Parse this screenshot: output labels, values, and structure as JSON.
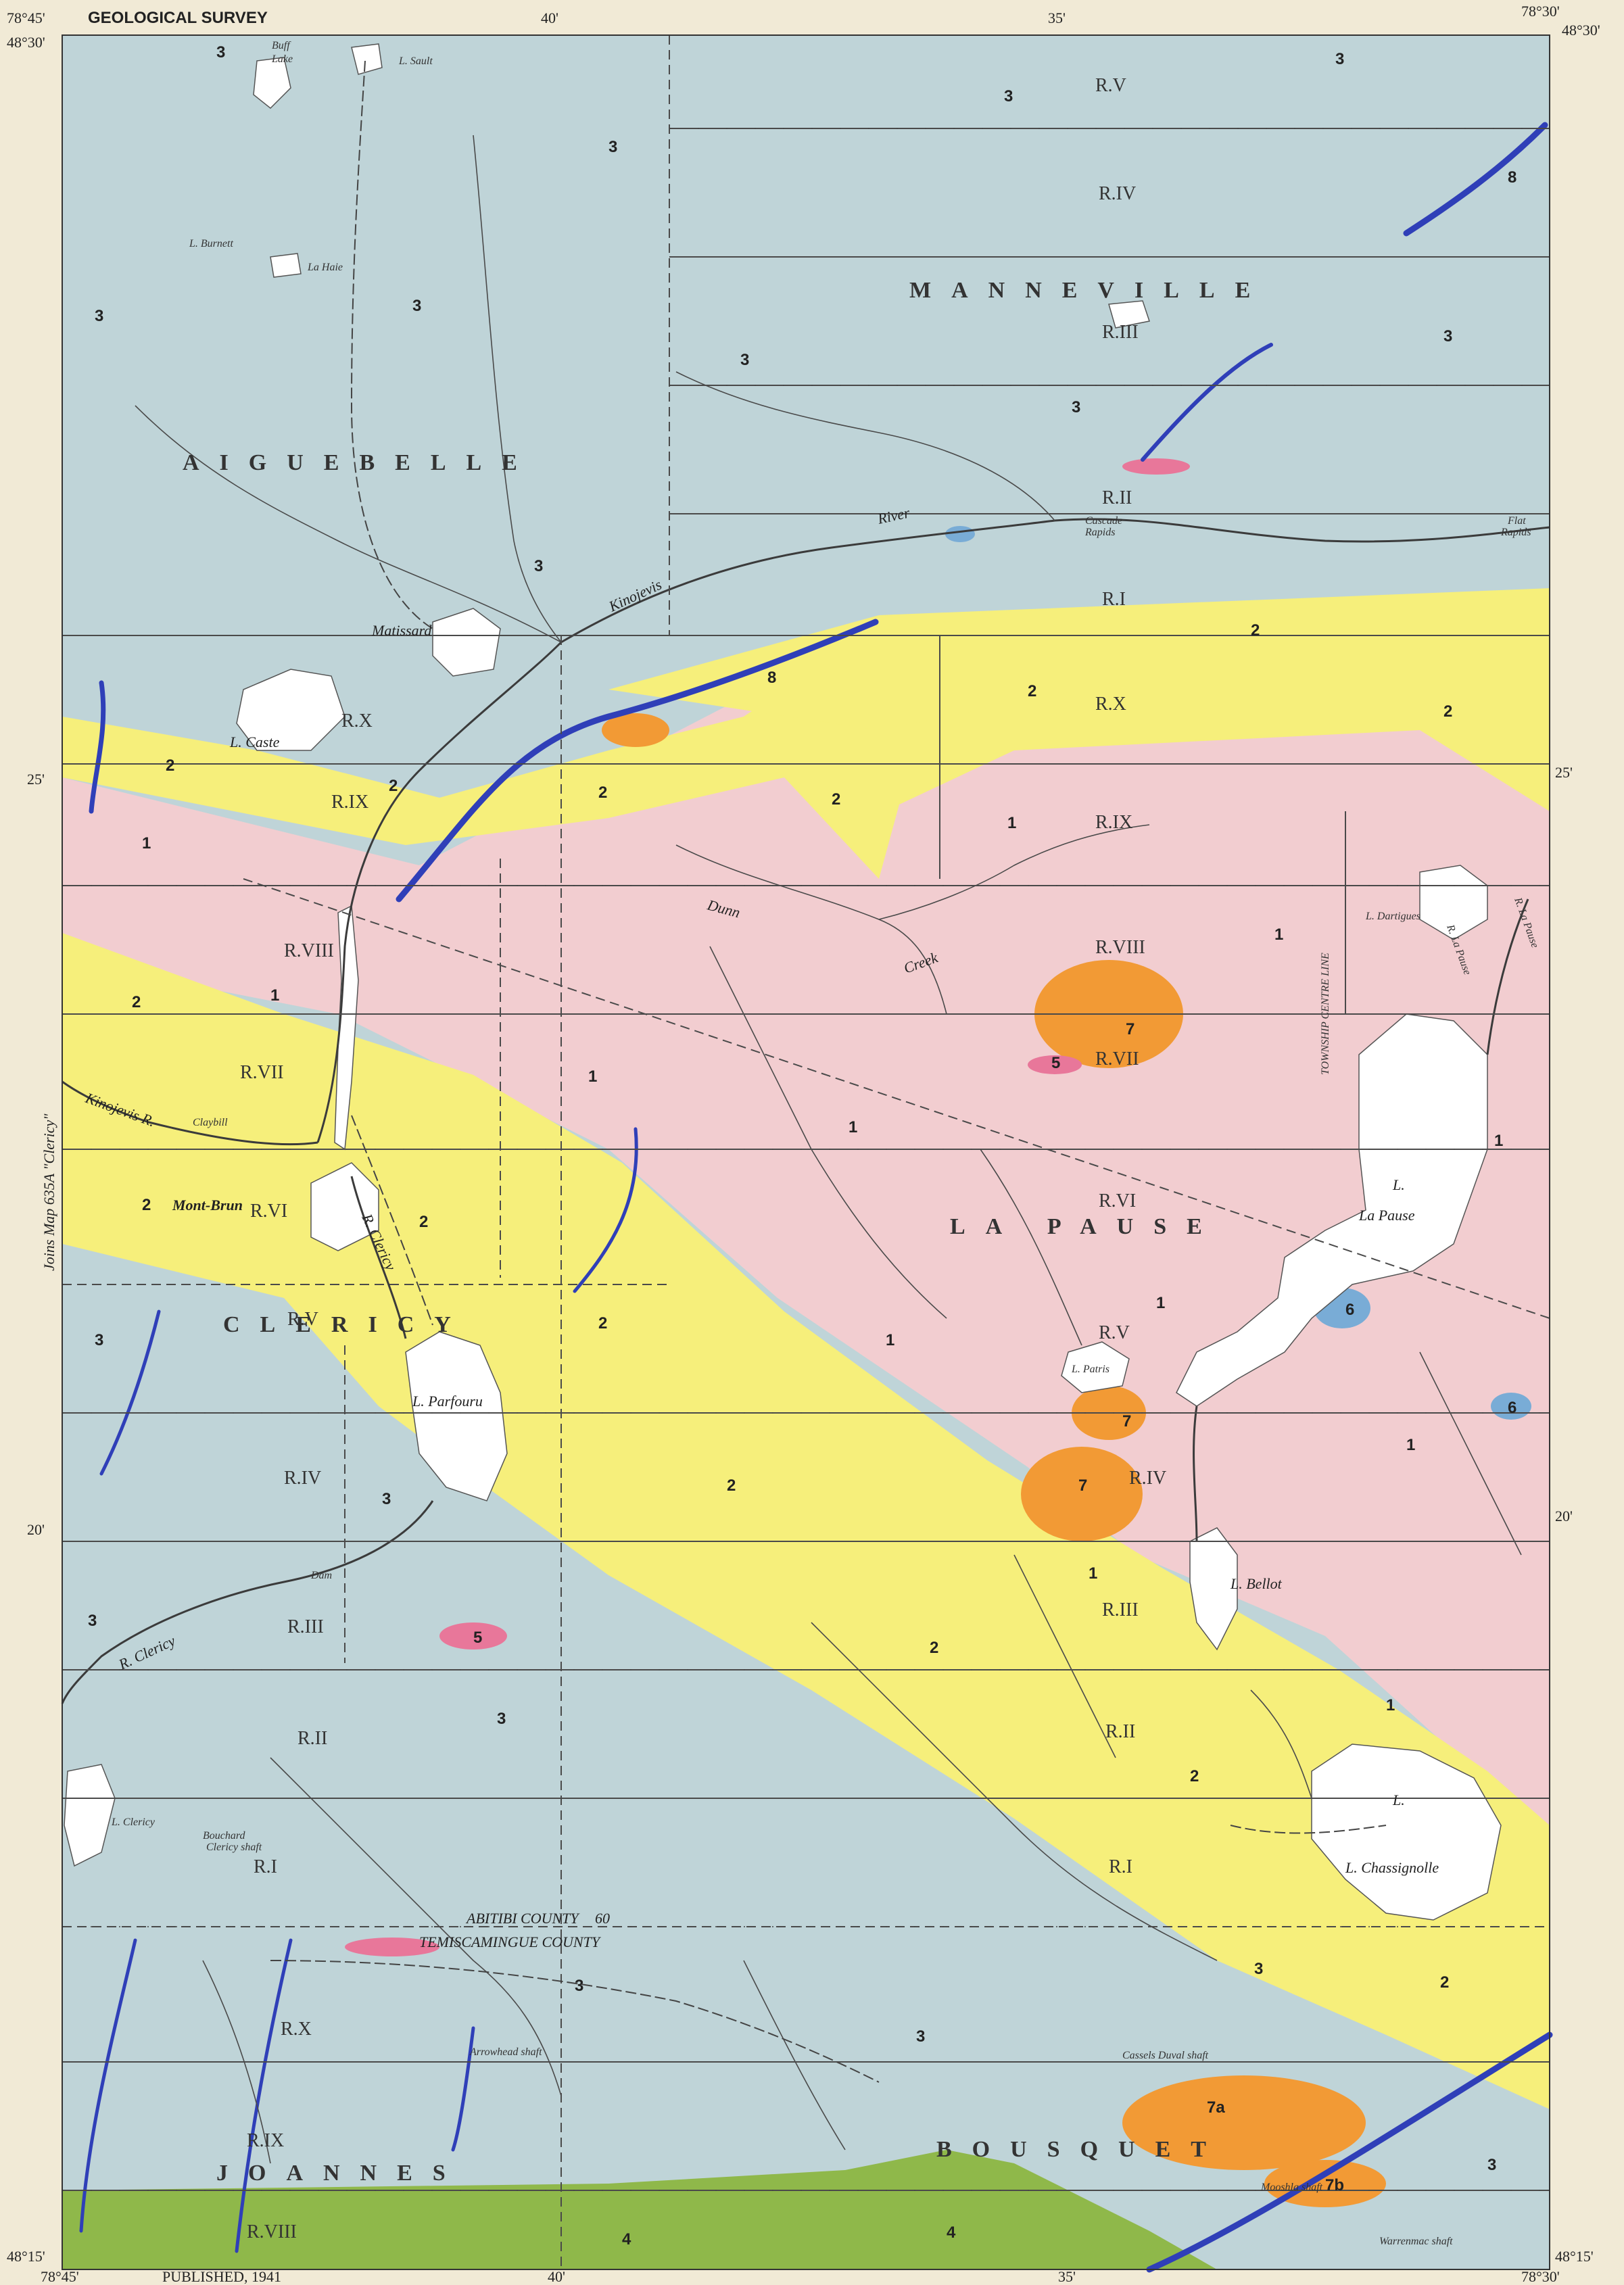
{
  "header": {
    "title": "GEOLOGICAL SURVEY"
  },
  "coords": {
    "top_left_lon": "78°45'",
    "top_left_lat": "48°30'",
    "top_lon_40": "40'",
    "top_lon_35": "35'",
    "top_right_lon": "78°30'",
    "top_right_lat": "48°30'",
    "left_25": "25'",
    "left_20": "20'",
    "right_25": "25'",
    "right_20": "20'",
    "bottom_left_lat": "48°15'",
    "bottom_left_lon": "78°45'",
    "bottom_lon_40": "40'",
    "bottom_lon_35": "35'",
    "bottom_right_lat": "48°15'",
    "bottom_right_lon": "78°30'"
  },
  "footer": {
    "published": "PUBLISHED, 1941"
  },
  "side_note": "Joins Map 635A \"Clericy\"",
  "townships": {
    "aiguebelle": "AIGUEBELLE",
    "manneville": "MANNEVILLE",
    "la_pause": "LA PAUSE",
    "clericy": "CLERICY",
    "joannes": "JOANNES",
    "bousquet": "BOUSQUET"
  },
  "county": {
    "abitibi": "ABITIBI COUNTY",
    "temiscamingue": "TEMISCAMINGUE COUNTY",
    "abitibi_num": "60"
  },
  "ranges": {
    "rv_top": "R.V",
    "riv_top": "R.IV",
    "riii_top": "R.III",
    "rii_top": "R.II",
    "ri_top": "R.I",
    "rx_left": "R.X",
    "rx_right": "R.X",
    "rix_left": "R.IX",
    "rix_right": "R.IX",
    "rviii_left": "R.VIII",
    "rviii_right": "R.VIII",
    "rvii_left": "R.VII",
    "rvii_right": "R.VII",
    "rvi_left": "R.VI",
    "rvi_right": "R.VI",
    "rv_left": "R.V",
    "rv_right": "R.V",
    "riv_left": "R.IV",
    "riv_right": "R.IV",
    "riii_left": "R.III",
    "riii_right": "R.III",
    "rii_left": "R.II",
    "rii_right": "R.II",
    "ri_left": "R.I",
    "ri_right": "R.I",
    "rx_bottom": "R.X",
    "rix_bottom": "R.IX",
    "rviii_bottom": "R.VIII"
  },
  "lakes": {
    "buff": "Buff",
    "buff2": "Lake",
    "sault": "L. Sault",
    "burnett": "L. Burnett",
    "la_haie": "La Haie",
    "matissard": "Matissard",
    "caste": "L. Caste",
    "dartigues": "L. Dartigues",
    "la_pause_l": "L.",
    "la_pause": "La Pause",
    "patris": "L. Patris",
    "parfouru": "L. Parfouru",
    "bellot": "L. Bellot",
    "chassignolle_l": "L.",
    "chassignolle": "L. Chassignolle",
    "clericy": "L. Clericy"
  },
  "places": {
    "mont_brun": "Mont-Brun",
    "kinojevis_river": "Kinojevis",
    "river": "River",
    "kinojevis_r": "Kinojevis R.",
    "r_clericy": "R. Clericy",
    "r_clericy2": "R. Clericy",
    "dunn": "Dunn",
    "creek": "Creek",
    "cascade": "Cascade",
    "rapids": "Rapids",
    "flat": "Flat",
    "rapids2": "Rapids",
    "claybill": "Claybill",
    "r_la_pause": "R. La Pause",
    "r_la_pause2": "R. La Pause",
    "township_centre": "TOWNSHIP CENTRE LINE",
    "bouchard": "Bouchard",
    "clericy_shaft": "Clericy shaft",
    "arrowhead": "Arrowhead shaft",
    "cassels": "Cassels Duval shaft",
    "mooshla": "Mooshla shaft",
    "warrenmac": "Warrenmac shaft",
    "dam": "Dam"
  },
  "units": {
    "u1": "1",
    "u2": "2",
    "u3": "3",
    "u4": "4",
    "u5": "5",
    "u6": "6",
    "u7": "7",
    "u7a": "7a",
    "u7b": "7b",
    "u8": "8"
  },
  "colors": {
    "unit1": "#f2cdd0",
    "unit2": "#f6ef7b",
    "unit3": "#bfd4d8",
    "unit4": "#8fb84a",
    "unit5": "#e8779a",
    "unit6": "#79acd6",
    "unit7": "#f29a35",
    "unit8": "#2f3fb8",
    "paper": "#f1ead6"
  }
}
